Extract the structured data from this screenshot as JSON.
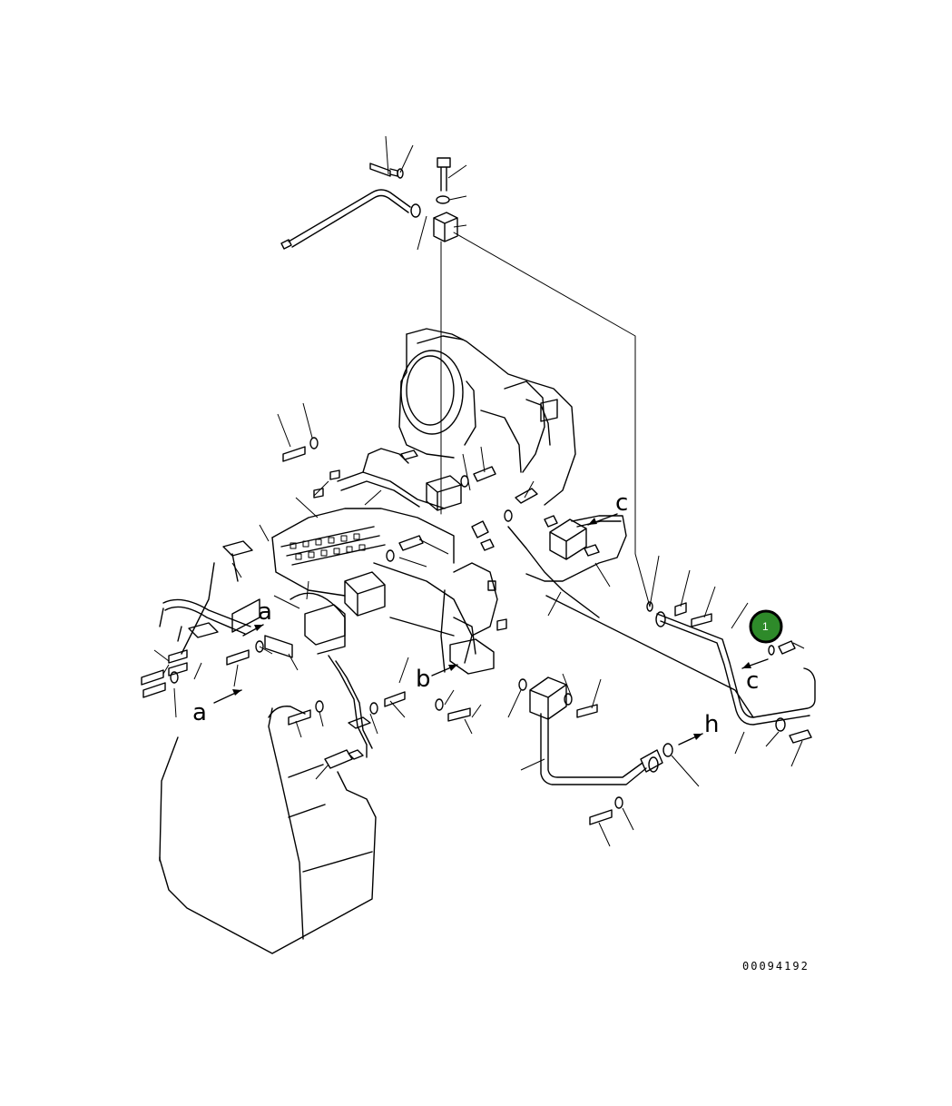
{
  "diagram": {
    "document_number": "00094192",
    "callout": {
      "label": "1",
      "color": "#2e8a2a"
    },
    "view_letters": {
      "a1": "a",
      "a2": "a",
      "b": "b",
      "c1": "c",
      "c2": "c",
      "h": "h"
    }
  }
}
